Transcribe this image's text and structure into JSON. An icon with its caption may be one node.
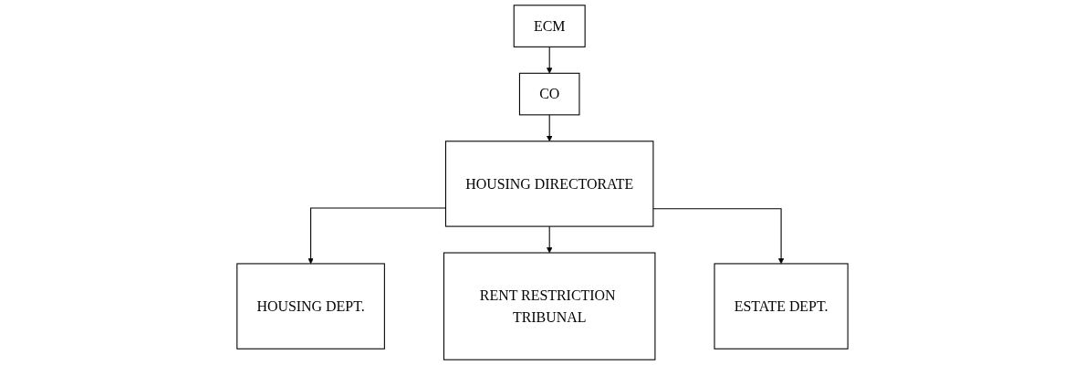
{
  "diagram": {
    "nodes": [
      {
        "text": [
          "ECM"
        ]
      },
      {
        "text": [
          "CO"
        ]
      },
      {
        "text": [
          "HOUSING DIRECTORATE"
        ]
      },
      {
        "text": [
          "HOUSING DEPT."
        ]
      },
      {
        "text": [
          "RENT RESTRICTION TRIBUNAL"
        ]
      },
      {
        "text": [
          "ESTATE DEPT."
        ]
      }
    ],
    "edges": [
      {
        "from": 0,
        "to": 1,
        "arrow": "to"
      },
      {
        "from": 1,
        "to": 2,
        "arrow": "to"
      },
      {
        "from": 2,
        "to": 3,
        "arrow": "to"
      },
      {
        "from": 2,
        "to": 4,
        "arrow": "to"
      },
      {
        "from": 2,
        "to": 5,
        "arrow": "to"
      }
    ]
  }
}
